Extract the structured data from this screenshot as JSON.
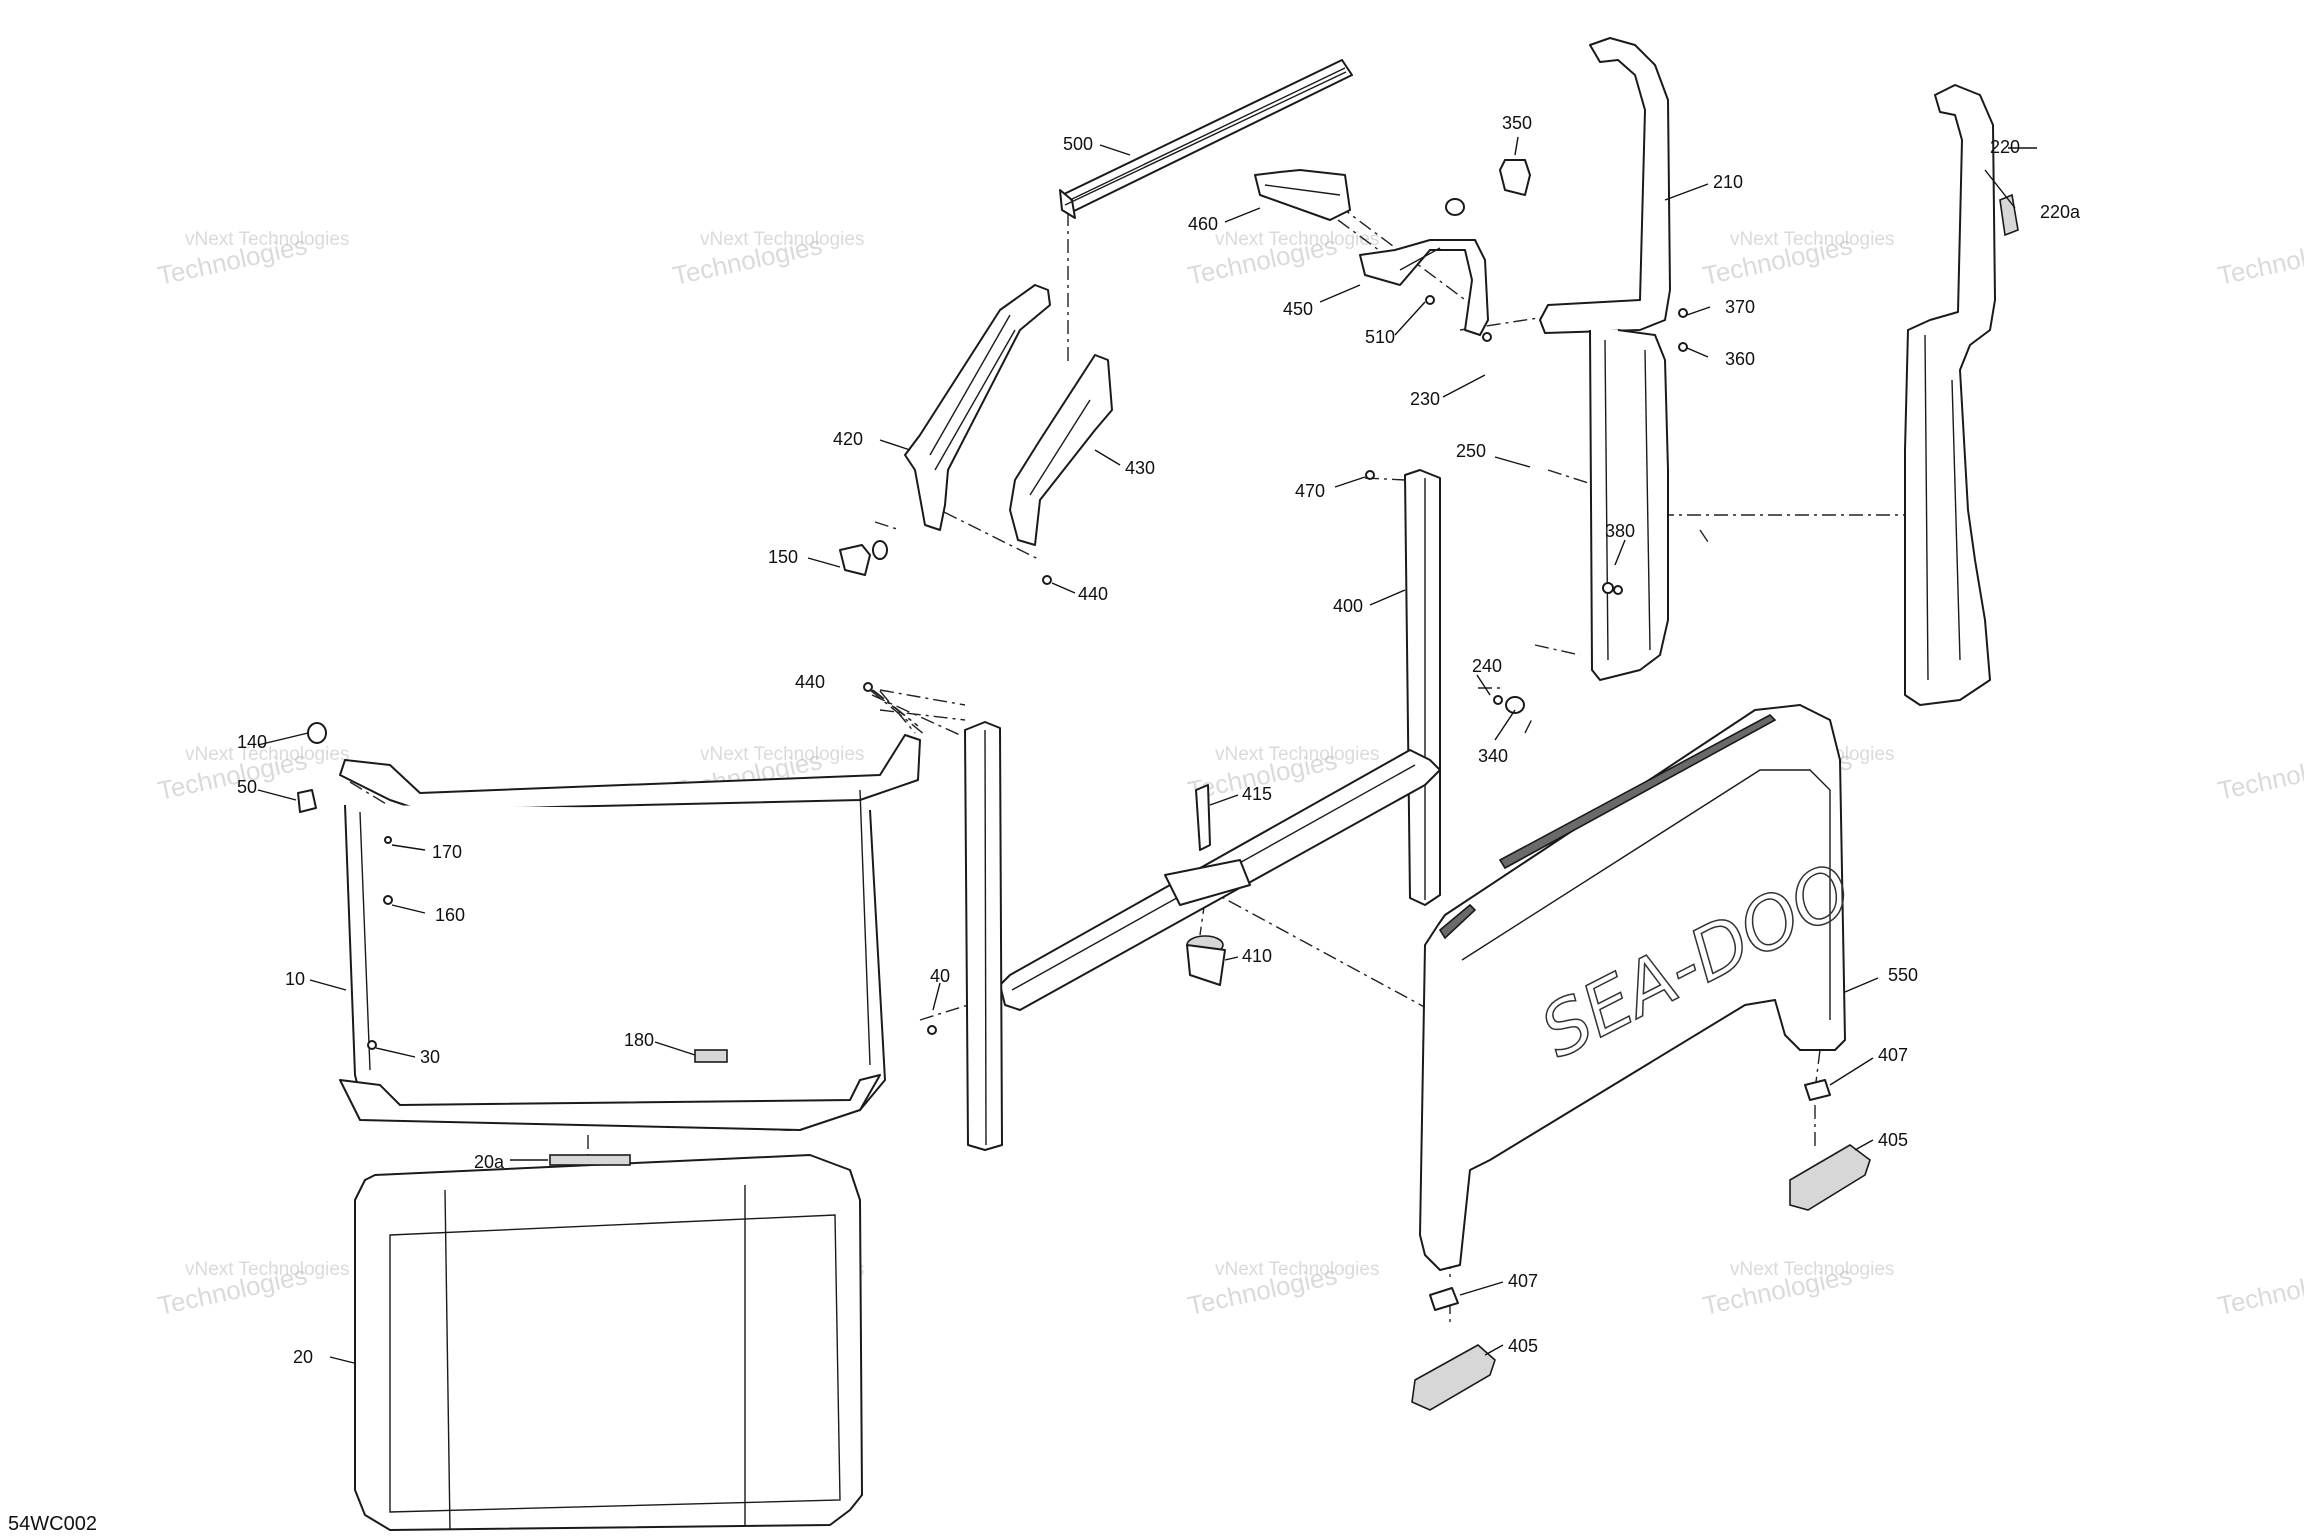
{
  "drawing_code": "54WC002",
  "watermark": {
    "line1": "vNext Technologies",
    "line2": "Technologies"
  },
  "callouts": {
    "c500": "500",
    "c350": "350",
    "c460": "460",
    "c450": "450",
    "c510": "510",
    "c210": "210",
    "c220": "220",
    "c220a": "220a",
    "c370": "370",
    "c360": "360",
    "c230": "230",
    "c250": "250",
    "c420": "420",
    "c430": "430",
    "c470": "470",
    "c150": "150",
    "c440a": "440",
    "c380": "380",
    "c400": "400",
    "c440b": "440",
    "c240": "240",
    "c140": "140",
    "c50": "50",
    "c340": "340",
    "c415": "415",
    "c170": "170",
    "c160": "160",
    "c10": "10",
    "c410": "410",
    "c550": "550",
    "c40": "40",
    "c407a": "407",
    "c180": "180",
    "c30": "30",
    "c405a": "405",
    "c20a": "20a",
    "c407b": "407",
    "c405b": "405",
    "c20": "20"
  }
}
